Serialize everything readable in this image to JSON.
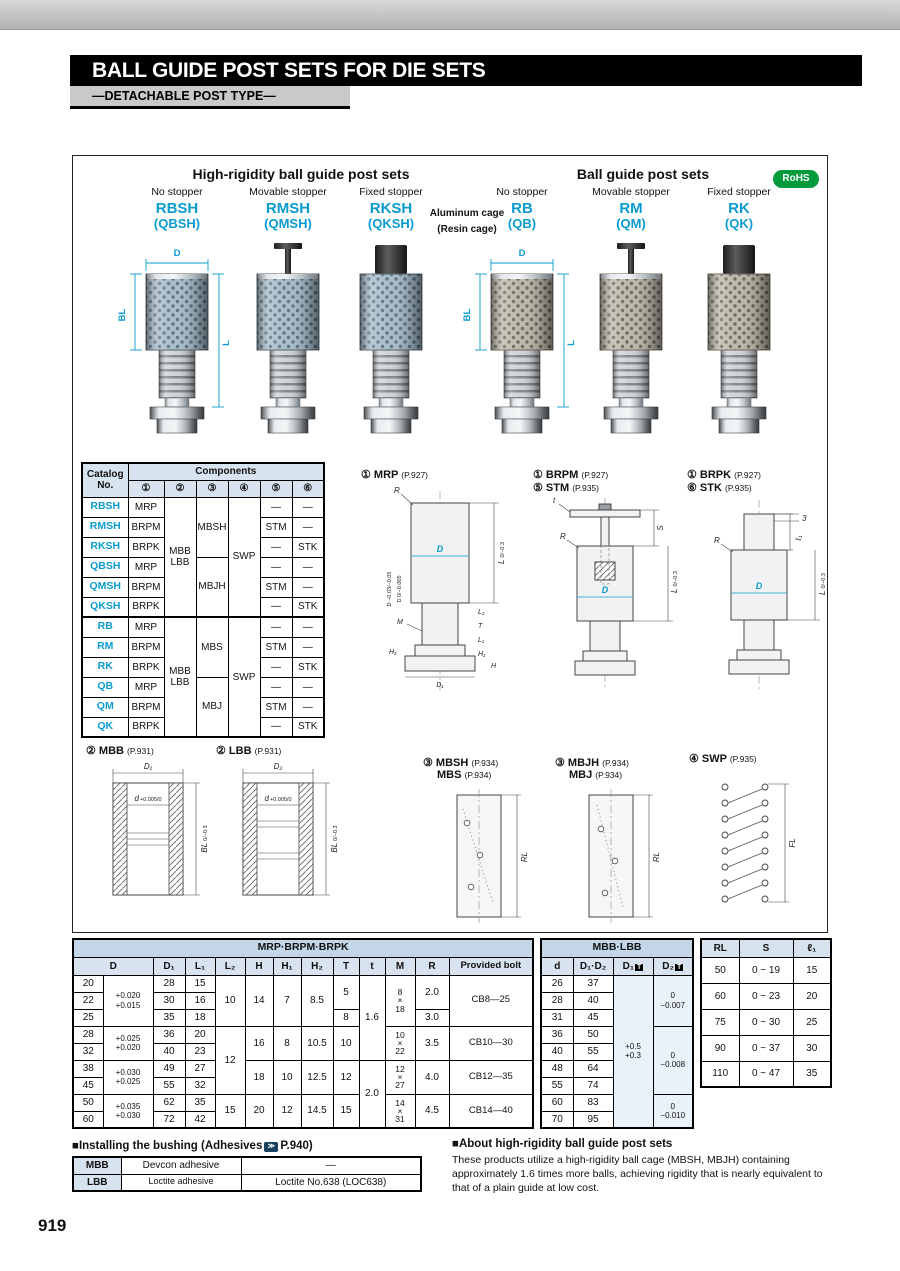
{
  "page": {
    "title": "BALL GUIDE POST SETS FOR DIE SETS",
    "subtitle": "—DETACHABLE POST TYPE—",
    "page_number": "919",
    "rohs": "RoHS"
  },
  "icons": {
    "page_ref": "≫"
  },
  "colors": {
    "accent_blue": "#0a9bd0",
    "rohs_green": "#009b3c"
  },
  "gallery": {
    "left_title": "High-rigidity ball guide post sets",
    "right_title": "Ball guide post sets",
    "cage_note_top": "Aluminum cage",
    "cage_note_bottom": "(Resin cage)",
    "dims": {
      "d": "D",
      "bl": "BL",
      "l": "L"
    },
    "items": [
      {
        "stopper": "No stopper",
        "code": "RBSH",
        "alt": "(QBSH)"
      },
      {
        "stopper": "Movable stopper",
        "code": "RMSH",
        "alt": "(QMSH)"
      },
      {
        "stopper": "Fixed stopper",
        "code": "RKSH",
        "alt": "(QKSH)"
      },
      {
        "stopper": "No stopper",
        "code": "RB",
        "alt": "(QB)"
      },
      {
        "stopper": "Movable stopper",
        "code": "RM",
        "alt": "(QM)"
      },
      {
        "stopper": "Fixed stopper",
        "code": "RK",
        "alt": "(QK)"
      }
    ]
  },
  "components": {
    "catalog_header": "Catalog\nNo.",
    "components_header": "Components",
    "cols": [
      "①",
      "②",
      "③",
      "④",
      "⑤",
      "⑥"
    ],
    "merged": {
      "g1_bushing": "MBB\nLBB",
      "g1_cage_r": "MBSH",
      "g1_cage_q": "MBJH",
      "g1_spring": "SWP",
      "g2_bushing": "MBB\nLBB",
      "g2_cage_r": "MBS",
      "g2_cage_q": "MBJ",
      "g2_spring": "SWP"
    },
    "rows": [
      {
        "no": "RBSH",
        "c1": "MRP",
        "c5": "—",
        "c6": "—"
      },
      {
        "no": "RMSH",
        "c1": "BRPM",
        "c5": "STM",
        "c6": "—"
      },
      {
        "no": "RKSH",
        "c1": "BRPK",
        "c5": "—",
        "c6": "STK"
      },
      {
        "no": "QBSH",
        "c1": "MRP",
        "c5": "—",
        "c6": "—"
      },
      {
        "no": "QMSH",
        "c1": "BRPM",
        "c5": "STM",
        "c6": "—"
      },
      {
        "no": "QKSH",
        "c1": "BRPK",
        "c5": "—",
        "c6": "STK"
      },
      {
        "no": "RB",
        "c1": "MRP",
        "c5": "—",
        "c6": "—"
      },
      {
        "no": "RM",
        "c1": "BRPM",
        "c5": "STM",
        "c6": "—"
      },
      {
        "no": "RK",
        "c1": "BRPK",
        "c5": "—",
        "c6": "STK"
      },
      {
        "no": "QB",
        "c1": "MRP",
        "c5": "—",
        "c6": "—"
      },
      {
        "no": "QM",
        "c1": "BRPM",
        "c5": "STM",
        "c6": "—"
      },
      {
        "no": "QK",
        "c1": "BRPK",
        "c5": "—",
        "c6": "STK"
      }
    ]
  },
  "diagrams": {
    "mrp": {
      "title": "① MRP",
      "page": "(P.927)",
      "labels": {
        "r": "R",
        "d": "D",
        "l": "L",
        "l_tol": "0/−0.3",
        "dtol1": "D −0.03/−0.05",
        "dtol2": "D 0/−0.005",
        "l1": "L₁",
        "l2": "L₂",
        "t_cap": "T",
        "m": "M",
        "h": "H",
        "h1": "H₁",
        "h2": "H₂",
        "d1": "D₁"
      }
    },
    "brpm": {
      "title1": "① BRPM",
      "page1": "(P.927)",
      "title2": "⑤ STM",
      "page2": "(P.935)",
      "labels": {
        "t": "t",
        "s": "S",
        "r": "R",
        "d": "D",
        "l": "L",
        "l_tol": "0/−0.3"
      }
    },
    "brpk": {
      "title1": "① BRPK",
      "page1": "(P.927)",
      "title2": "⑥ STK",
      "page2": "(P.935)",
      "labels": {
        "three": "3",
        "ell1": "ℓ₁",
        "r": "R",
        "d": "D",
        "l": "L",
        "l_tol": "0/−0.3"
      }
    },
    "mbb": {
      "title": "② MBB",
      "page": "(P.931)",
      "labels": {
        "dia": "D₁",
        "d": "d",
        "d_tol": "+0.005/0",
        "bl": "BL",
        "bl_tol": "0/−0.3"
      }
    },
    "lbb": {
      "title": "② LBB",
      "page": "(P.931)",
      "labels": {
        "dia": "D₂",
        "d": "d",
        "d_tol": "+0.005/0",
        "bl": "BL",
        "bl_tol": "0/−0.3"
      }
    },
    "mbsh": {
      "title1": "③ MBSH",
      "page1": "(P.934)",
      "title2": "MBS",
      "page2": "(P.934)",
      "labels": {
        "rl": "RL"
      }
    },
    "mbjh": {
      "title1": "③ MBJH",
      "page1": "(P.934)",
      "title2": "MBJ",
      "page2": "(P.934)",
      "labels": {
        "rl": "RL"
      }
    },
    "swp": {
      "title": "④ SWP",
      "page": "(P.935)",
      "labels": {
        "fl": "FL"
      }
    }
  },
  "main_table": {
    "title": "MRP·BRPM·BRPK",
    "headers": {
      "d": "D",
      "d1": "D₁",
      "l1": "L₁",
      "l2": "L₂",
      "h": "H",
      "h1": "H₁",
      "h2": "H₂",
      "t_cap": "T",
      "t": "t",
      "m": "M",
      "r": "R",
      "bolt": "Provided bolt"
    },
    "rows": [
      {
        "d": "20",
        "d1": "28",
        "l1": "15"
      },
      {
        "d": "22",
        "d1": "30",
        "l1": "16"
      },
      {
        "d": "25",
        "d1": "35",
        "l1": "18"
      },
      {
        "d": "28",
        "d1": "36",
        "l1": "20"
      },
      {
        "d": "32",
        "d1": "40",
        "l1": "23"
      },
      {
        "d": "38",
        "d1": "49",
        "l1": "27"
      },
      {
        "d": "45",
        "d1": "55",
        "l1": "32"
      },
      {
        "d": "50",
        "d1": "62",
        "l1": "35"
      },
      {
        "d": "60",
        "d1": "72",
        "l1": "42"
      }
    ],
    "spans": {
      "tol1": "+0.020\n+0.015",
      "tol2": "+0.025\n+0.020",
      "tol3": "+0.030\n+0.025",
      "tol4": "+0.035\n+0.030",
      "l2_1": "10",
      "l2_2": "12",
      "l2_3": "15",
      "h_1": "14",
      "h_2": "16",
      "h_3": "18",
      "h_4": "20",
      "h1_1": "7",
      "h1_2": "8",
      "h1_3": "10",
      "h1_4": "12",
      "h2_1": "8.5",
      "h2_2": "10.5",
      "h2_3": "12.5",
      "h2_4": "14.5",
      "t_1": "5",
      "t_2": "8",
      "t_3": "10",
      "t_4": "12",
      "t_5": "15",
      "tt_1": "1.6",
      "tt_2": "2.0",
      "m_1": "8\n×\n18",
      "m_2": "10\n×\n22",
      "m_3": "12\n×\n27",
      "m_4": "14\n×\n31",
      "r_1": "2.0",
      "r_2": "3.0",
      "r_3": "3.5",
      "r_4": "4.0",
      "r_5": "4.5",
      "bolt_1": "CB8—25",
      "bolt_2": "CB10—30",
      "bolt_3": "CB12—35",
      "bolt_4": "CB14—40"
    }
  },
  "bushing_table": {
    "title": "MBB·LBB",
    "headers": {
      "d": "d",
      "d1d2": "D₁·D₂",
      "d1": "D₁",
      "d2": "D₂",
      "tbox": "T"
    },
    "rows": [
      [
        "26",
        "37"
      ],
      [
        "28",
        "40"
      ],
      [
        "31",
        "45"
      ],
      [
        "36",
        "50"
      ],
      [
        "40",
        "55"
      ],
      [
        "48",
        "64"
      ],
      [
        "55",
        "74"
      ],
      [
        "60",
        "83"
      ],
      [
        "70",
        "95"
      ]
    ],
    "d1_tol": "+0.5\n+0.3",
    "d2_tol_1": "0\n−0.007",
    "d2_tol_2": "0\n−0.008",
    "d2_tol_3": "0\n−0.010"
  },
  "rl_table": {
    "headers": {
      "rl": "RL",
      "s": "S",
      "l1": "ℓ₁"
    },
    "rows": [
      [
        "50",
        "0 ~ 19",
        "15"
      ],
      [
        "60",
        "0 ~ 23",
        "20"
      ],
      [
        "75",
        "0 ~ 30",
        "25"
      ],
      [
        "90",
        "0 ~ 37",
        "30"
      ],
      [
        "110",
        "0 ~ 47",
        "35"
      ]
    ]
  },
  "bushing_note": {
    "heading_pre": "■Installing the bushing",
    "heading_mid": "(Adhesives",
    "heading_ref": "P.940)",
    "rows": [
      {
        "code": "MBB",
        "adhesive": "Devcon adhesive",
        "product": "—"
      },
      {
        "code": "LBB",
        "adhesive": "Loctite adhesive",
        "product": "Loctite No.638 (LOC638)"
      }
    ]
  },
  "about_note": {
    "heading": "■About high-rigidity ball guide post sets",
    "body": "These products utilize a high-rigidity ball cage (MBSH, MBJH) containing approximately 1.6 times more balls, achieving rigidity that is nearly equivalent to that of a plain guide at low cost."
  }
}
